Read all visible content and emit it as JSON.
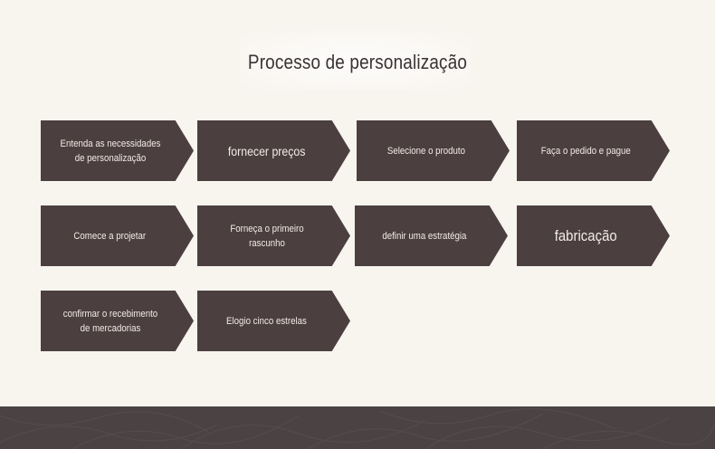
{
  "title": "Processo de personalização",
  "steps": [
    {
      "label": "Entenda as necessidades de personalização"
    },
    {
      "label": "fornecer preços"
    },
    {
      "label": "Selecione o produto"
    },
    {
      "label": "Faça o pedido e pague"
    },
    {
      "label": "Comece a projetar"
    },
    {
      "label": "Forneça o primeiro rascunho"
    },
    {
      "label": "definir uma estratégia"
    },
    {
      "label": "fabricação"
    },
    {
      "label": "confirmar o recebimento de mercadorias"
    },
    {
      "label": "Elogio cinco estrelas"
    }
  ],
  "colors": {
    "background": "#f8f4ee",
    "step_fill": "#4b3f40",
    "step_text": "#f3ece6",
    "title_text": "#3a3233",
    "footer": "#4a4243"
  }
}
